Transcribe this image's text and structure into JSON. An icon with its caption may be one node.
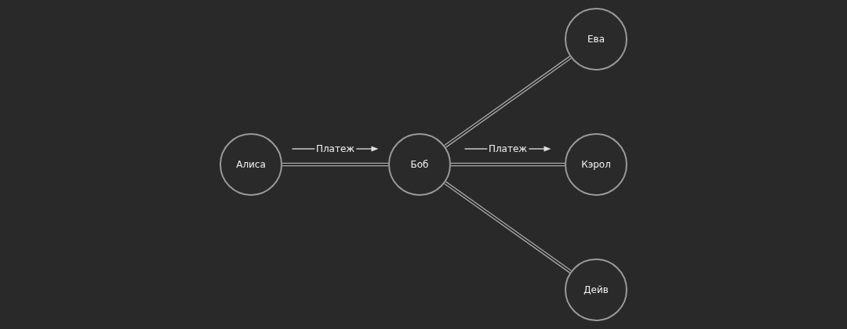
{
  "diagram": {
    "nodes": [
      {
        "text": [
          "Алиса"
        ]
      },
      {
        "text": [
          "Боб"
        ]
      },
      {
        "text": [
          "Ева"
        ]
      },
      {
        "text": [
          "Кэрол"
        ]
      },
      {
        "text": [
          "Дейв"
        ]
      }
    ],
    "edges": [
      {
        "from": 0,
        "to": 1,
        "arrow": "none",
        "label": "Платеж"
      },
      {
        "from": 1,
        "to": 2,
        "arrow": "none"
      },
      {
        "from": 1,
        "to": 3,
        "arrow": "none",
        "label": "Платеж"
      },
      {
        "from": 1,
        "to": 4,
        "arrow": "none"
      }
    ]
  }
}
